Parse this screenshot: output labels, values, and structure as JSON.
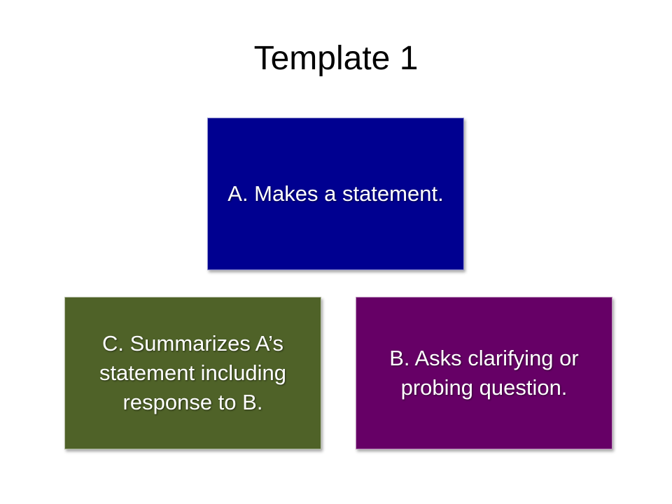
{
  "slide": {
    "title": "Template 1"
  },
  "boxes": {
    "a": {
      "text": "A. Makes a statement.",
      "color": "#000090"
    },
    "b": {
      "text": "B. Asks clarifying or probing question.",
      "color": "#660066"
    },
    "c": {
      "text": "C. Summarizes A’s statement including response to B.",
      "color": "#4f6228"
    }
  }
}
